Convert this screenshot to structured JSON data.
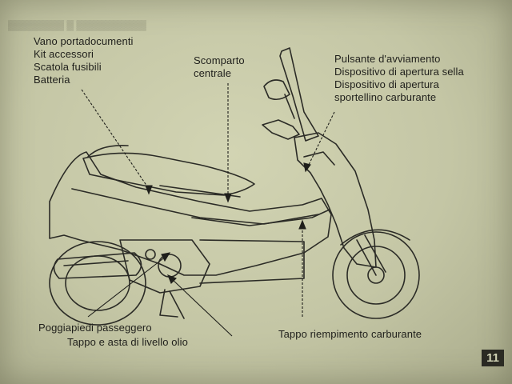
{
  "page_number": "11",
  "labels": {
    "top_left": [
      "Vano portadocumenti",
      "Kit accessori",
      "Scatola fusibili",
      "Batteria"
    ],
    "top_center": [
      "Scomparto",
      "centrale"
    ],
    "top_right": [
      "Pulsante d'avviamento",
      "Dispositivo di apertura sella",
      "Dispositivo di apertura",
      "sportellino carburante"
    ],
    "bottom_left_1": "Poggiapiedi passeggero",
    "bottom_left_2": "Tappo e asta di livello olio",
    "bottom_right": "Tappo riempimento carburante"
  },
  "colors": {
    "paper": "#c3c6a4",
    "ink": "#1f1f1b",
    "line": "#2b2b26"
  }
}
